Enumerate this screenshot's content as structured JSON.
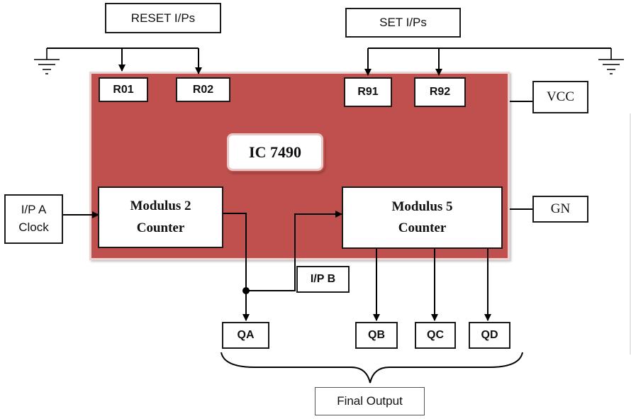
{
  "ic": {
    "label": "IC 7490"
  },
  "inputs": {
    "reset_group": "RESET I/Ps",
    "set_group": "SET I/Ps",
    "r01": "R01",
    "r02": "R02",
    "r91": "R91",
    "r92": "R92",
    "clock_a_line1": "I/P A",
    "clock_a_line2": "Clock",
    "ip_b": "I/P B"
  },
  "power": {
    "vcc": "VCC",
    "gnd": "GN"
  },
  "counters": {
    "mod2_line1": "Modulus 2",
    "mod2_line2": "Counter",
    "mod5_line1": "Modulus 5",
    "mod5_line2": "Counter"
  },
  "outputs": {
    "qa": "QA",
    "qb": "QB",
    "qc": "QC",
    "qd": "QD",
    "final": "Final Output"
  },
  "colors": {
    "ic_body": "#c0504d",
    "ic_border": "#ecd2d1",
    "wire": "#000000"
  }
}
